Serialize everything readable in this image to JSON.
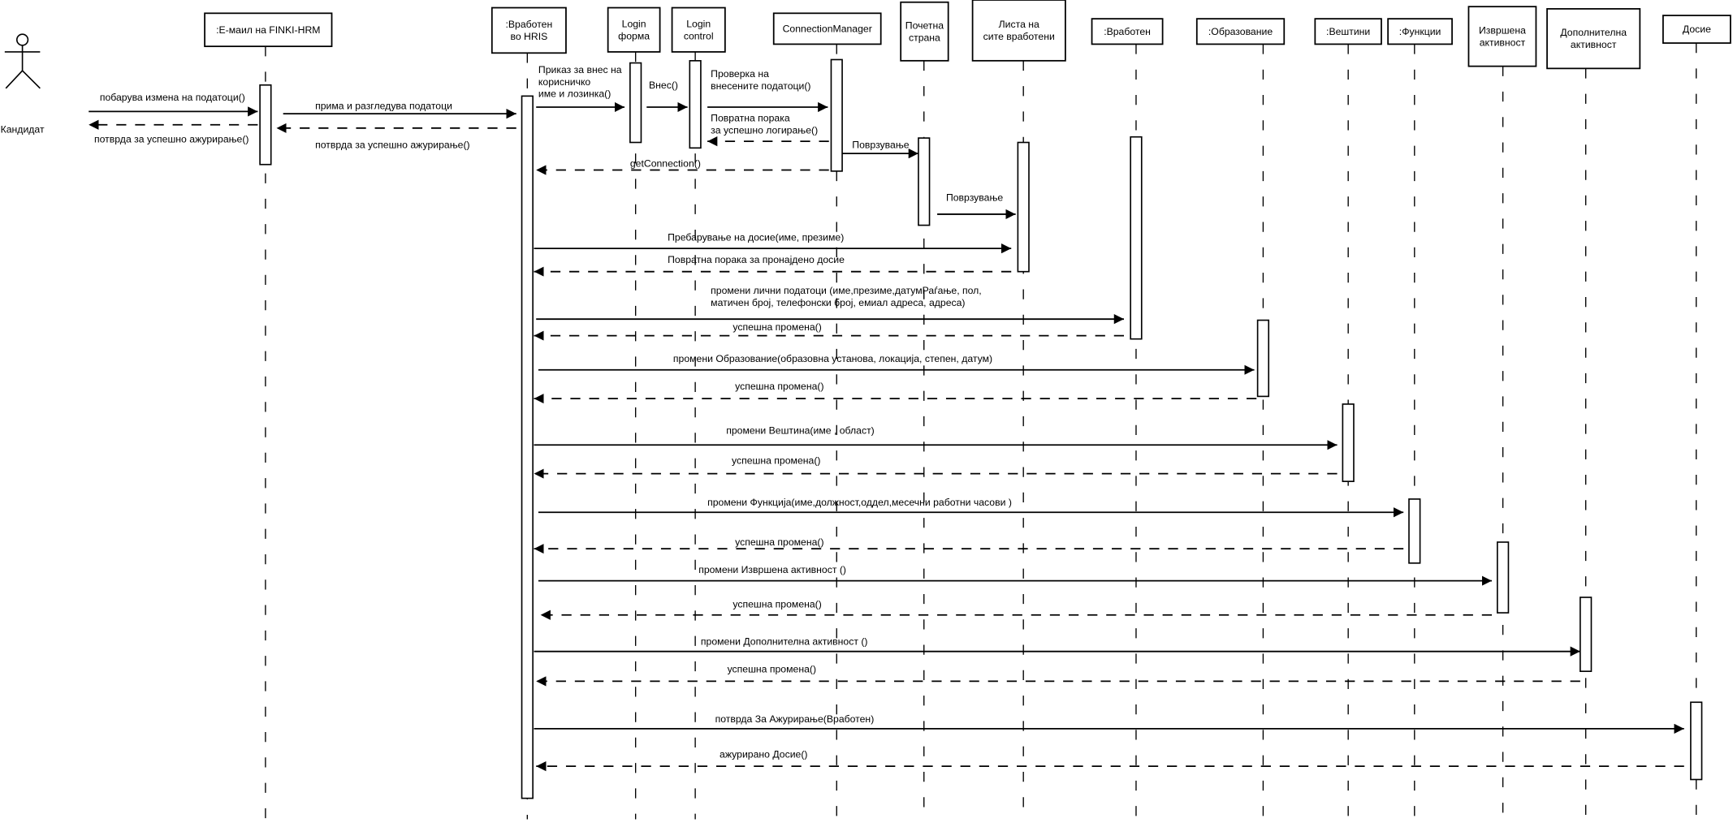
{
  "diagram": {
    "type": "sequence",
    "actor": {
      "name": "Кандидат"
    },
    "participants": [
      {
        "id": "email",
        "lines": [
          ":Е-маил на FINKI-HRM"
        ]
      },
      {
        "id": "hris",
        "lines": [
          ":Вработен",
          "во HRIS"
        ]
      },
      {
        "id": "login-form",
        "lines": [
          "Login",
          "форма"
        ]
      },
      {
        "id": "login-control",
        "lines": [
          "Login",
          "control"
        ]
      },
      {
        "id": "connection-manager",
        "lines": [
          "ConnectionManager"
        ]
      },
      {
        "id": "home-page",
        "lines": [
          "Почетна",
          "страна"
        ]
      },
      {
        "id": "employee-list",
        "lines": [
          "Листа на",
          "сите вработени"
        ]
      },
      {
        "id": "employee",
        "lines": [
          ":Вработен"
        ]
      },
      {
        "id": "education",
        "lines": [
          ":Образование"
        ]
      },
      {
        "id": "skills",
        "lines": [
          ":Вештини"
        ]
      },
      {
        "id": "functions",
        "lines": [
          ":Функции"
        ]
      },
      {
        "id": "completed-activity",
        "lines": [
          "Извршена",
          "активност"
        ]
      },
      {
        "id": "additional-activity",
        "lines": [
          "Дополнителна",
          "активност"
        ]
      },
      {
        "id": "dossier",
        "lines": [
          "Досие"
        ]
      }
    ],
    "messages": [
      {
        "kind": "call",
        "lines": [
          "побарува измена на податоци()"
        ]
      },
      {
        "kind": "return",
        "lines": [
          "потврда за успешно ажурирање()"
        ]
      },
      {
        "kind": "call",
        "lines": [
          "прима и разгледува податоци"
        ]
      },
      {
        "kind": "return",
        "lines": [
          "потврда за успешно ажурирање()"
        ]
      },
      {
        "kind": "call",
        "lines": [
          "Приказ за внес на",
          "корисничко",
          "име и лозинка()"
        ]
      },
      {
        "kind": "call",
        "lines": [
          "Внес()"
        ]
      },
      {
        "kind": "call",
        "lines": [
          "Проверка на",
          "внесените податоци()"
        ]
      },
      {
        "kind": "return",
        "lines": [
          "Повратна порака",
          "за успешно логирање()"
        ]
      },
      {
        "kind": "call",
        "lines": [
          "Поврзување"
        ]
      },
      {
        "kind": "return",
        "lines": [
          "getConnection()"
        ]
      },
      {
        "kind": "call",
        "lines": [
          "Поврзување"
        ]
      },
      {
        "kind": "call",
        "lines": [
          "Пребарување на досие(име, презиме)"
        ]
      },
      {
        "kind": "return",
        "lines": [
          "Повратна порака за пронајдено досие"
        ]
      },
      {
        "kind": "call",
        "lines": [
          "промени лични податоци (име,презиме,датумРаѓање, пол,",
          "матичен број, телефонски број, емиал адреса, адреса)"
        ]
      },
      {
        "kind": "return",
        "lines": [
          "успешна промена()"
        ]
      },
      {
        "kind": "call",
        "lines": [
          "промени Образование(образовна установа, локација, степен, датум)"
        ]
      },
      {
        "kind": "return",
        "lines": [
          "успешна промена()"
        ]
      },
      {
        "kind": "call",
        "lines": [
          "промени Вештина(име , област)"
        ]
      },
      {
        "kind": "return",
        "lines": [
          "успешна промена()"
        ]
      },
      {
        "kind": "call",
        "lines": [
          "промени Функција(име,должност,оддел,месечни работни часови )"
        ]
      },
      {
        "kind": "return",
        "lines": [
          "успешна промена()"
        ]
      },
      {
        "kind": "call",
        "lines": [
          "промени Извршена активност ()"
        ]
      },
      {
        "kind": "return",
        "lines": [
          "успешна промена()"
        ]
      },
      {
        "kind": "call",
        "lines": [
          "промени Дополнителна активност ()"
        ]
      },
      {
        "kind": "return",
        "lines": [
          "успешна промена()"
        ]
      },
      {
        "kind": "call",
        "lines": [
          "потврда За Ажурирање(Вработен)"
        ]
      },
      {
        "kind": "return",
        "lines": [
          "ажурирано Досие()"
        ]
      }
    ]
  }
}
